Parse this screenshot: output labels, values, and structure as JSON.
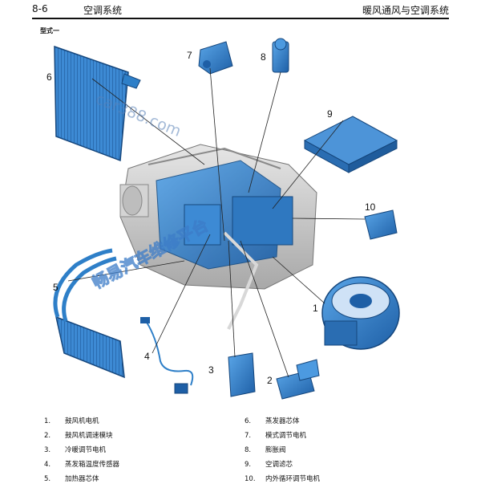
{
  "header": {
    "page_number": "8-6",
    "chapter_title": "空调系统",
    "section_title": "暖风通风与空调系统"
  },
  "variant_label": "型式一",
  "figure": {
    "callouts": [
      "1",
      "2",
      "3",
      "4",
      "5",
      "6",
      "7",
      "8",
      "9",
      "10"
    ],
    "watermark_url": "car388.com",
    "watermark_text": "畅易汽车维修平台",
    "colors": {
      "part_blue": "#2e7fc8",
      "housing_grey": "#c9c9c9"
    }
  },
  "legend": {
    "left": [
      {
        "num": "1.",
        "label": "鼓风机电机"
      },
      {
        "num": "2.",
        "label": "鼓风机调速模块"
      },
      {
        "num": "3.",
        "label": "冷暖调节电机"
      },
      {
        "num": "4.",
        "label": "蒸发箱温度传感器"
      },
      {
        "num": "5.",
        "label": "加热器芯体"
      }
    ],
    "right": [
      {
        "num": "6.",
        "label": "蒸发器芯体"
      },
      {
        "num": "7.",
        "label": "模式调节电机"
      },
      {
        "num": "8.",
        "label": "膨胀阀"
      },
      {
        "num": "9.",
        "label": "空调滤芯"
      },
      {
        "num": "10.",
        "label": "内外循环调节电机"
      }
    ]
  }
}
